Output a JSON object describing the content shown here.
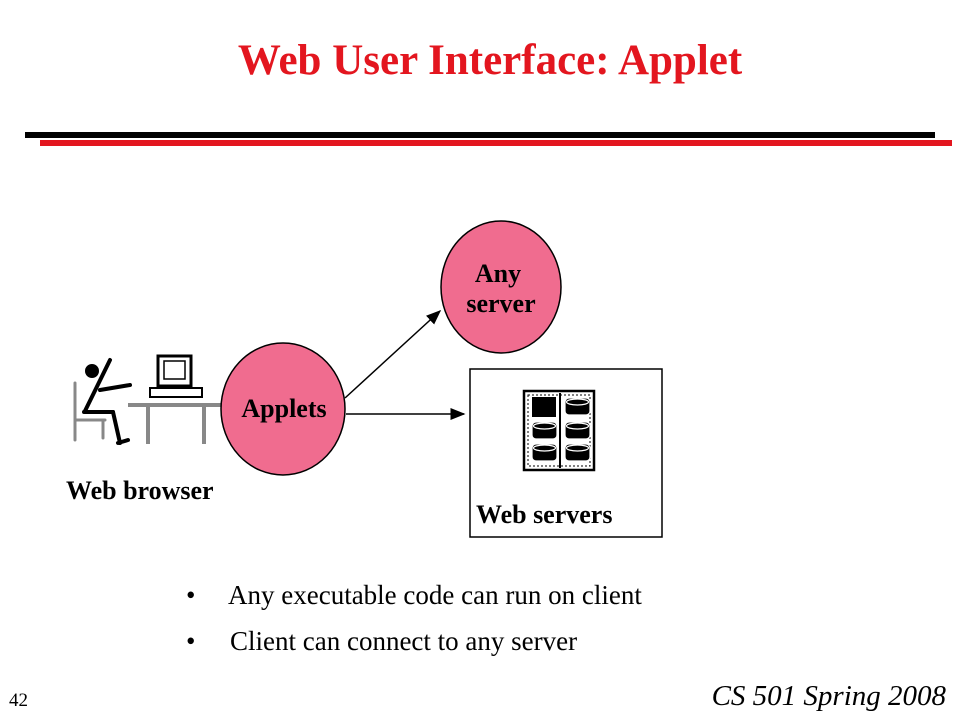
{
  "slide": {
    "title": "Web User Interface: Applet",
    "page_number": "42",
    "footer": "CS 501 Spring 2008"
  },
  "diagram": {
    "any_server_line1": "Any",
    "any_server_line2": "server",
    "applets": "Applets",
    "web_browser": "Web browser",
    "web_servers": "Web servers"
  },
  "bullets": [
    {
      "marker": "•",
      "text": "Any executable code can run on client"
    },
    {
      "marker": "•",
      "text": "Client can connect to any server"
    }
  ],
  "colors": {
    "title_red": "#e3161f",
    "bubble_pink": "#f06c8f"
  }
}
